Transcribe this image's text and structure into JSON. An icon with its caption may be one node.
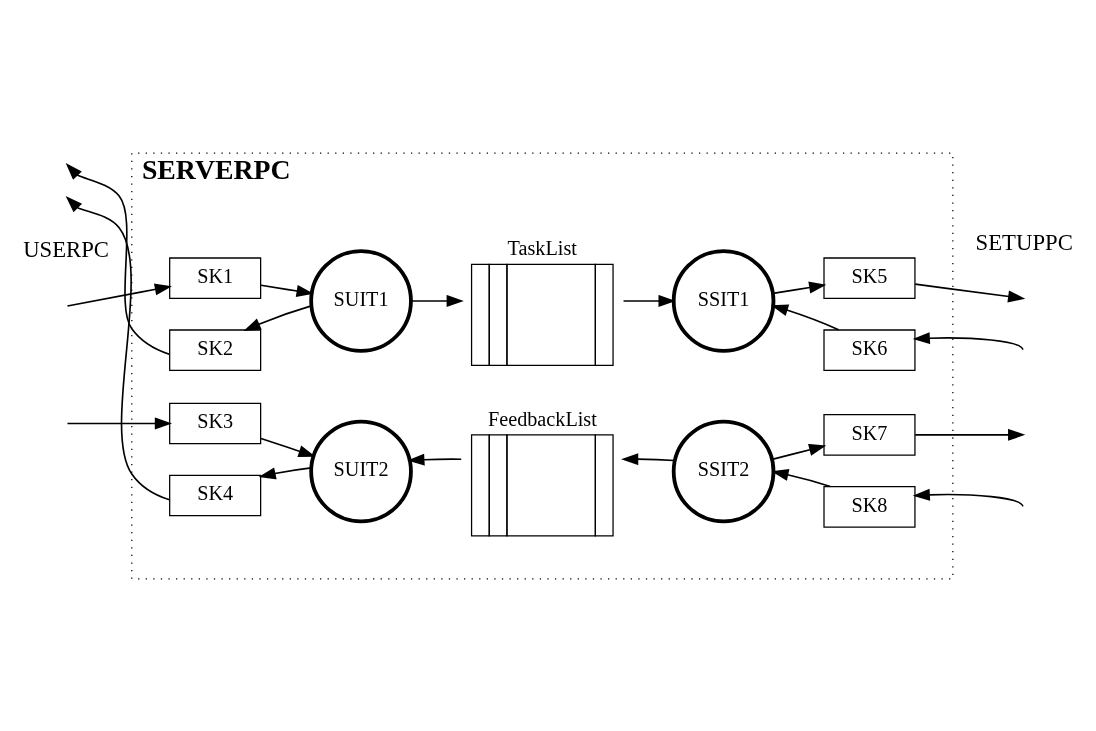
{
  "diagram": {
    "nodes": [
      {
        "text": [
          "SERVERPC"
        ]
      },
      {
        "text": [
          "SK1"
        ],
        "in": 0
      },
      {
        "text": [
          "SK2"
        ],
        "in": 0
      },
      {
        "text": [
          "SUIT1"
        ],
        "in": 0
      },
      {
        "text": [
          "TaskList"
        ],
        "in": 0
      },
      {
        "text": [
          "SSIT1"
        ],
        "in": 0
      },
      {
        "text": [
          "SK5"
        ],
        "in": 0
      },
      {
        "text": [
          "SK6"
        ],
        "in": 0
      },
      {
        "text": [
          "SK3"
        ],
        "in": 0
      },
      {
        "text": [
          "SK4"
        ],
        "in": 0
      },
      {
        "text": [
          "SUIT2"
        ],
        "in": 0
      },
      {
        "text": [
          "FeedbackList"
        ],
        "in": 0
      },
      {
        "text": [
          "SSIT2"
        ],
        "in": 0
      },
      {
        "text": [
          "SK7"
        ],
        "in": 0
      },
      {
        "text": [
          "SK8"
        ],
        "in": 0
      }
    ],
    "edges": [
      {
        "from": null,
        "to": 1,
        "arrow": "to"
      },
      {
        "from": 1,
        "to": 3,
        "arrow": "to"
      },
      {
        "from": 3,
        "to": 2,
        "arrow": "to"
      },
      {
        "from": 2,
        "to": null,
        "arrow": "to"
      },
      {
        "from": 3,
        "to": 4,
        "arrow": "to"
      },
      {
        "from": 4,
        "to": 5,
        "arrow": "to"
      },
      {
        "from": 5,
        "to": 6,
        "arrow": "to"
      },
      {
        "from": 6,
        "to": null,
        "arrow": "to"
      },
      {
        "from": null,
        "to": 7,
        "arrow": "to"
      },
      {
        "from": 7,
        "to": 5,
        "arrow": "to"
      },
      {
        "from": null,
        "to": 8,
        "arrow": "to"
      },
      {
        "from": 8,
        "to": 10,
        "arrow": "to"
      },
      {
        "from": 10,
        "to": 9,
        "arrow": "to"
      },
      {
        "from": 9,
        "to": null,
        "arrow": "to"
      },
      {
        "from": 11,
        "to": 10,
        "arrow": "to"
      },
      {
        "from": 12,
        "to": 11,
        "arrow": "to"
      },
      {
        "from": 12,
        "to": 13,
        "arrow": "to"
      },
      {
        "from": 13,
        "to": null,
        "arrow": "to"
      },
      {
        "from": null,
        "to": 14,
        "arrow": "to"
      },
      {
        "from": 14,
        "to": 12,
        "arrow": "to"
      }
    ],
    "labels": [
      "USERPC",
      "SETUPPC"
    ]
  }
}
